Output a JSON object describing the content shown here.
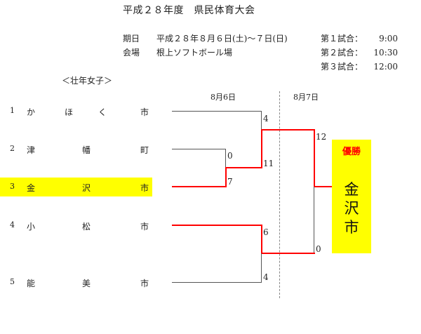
{
  "header": {
    "title": "平成２８年度　県民体育大会",
    "date_label": "期日",
    "date_value": "平成２８年８月６日(土)～７日(日)",
    "venue_label": "会場",
    "venue_value": "根上ソフトボール場"
  },
  "schedule": [
    {
      "label": "第１試合：",
      "time": "9:00"
    },
    {
      "label": "第２試合：",
      "time": "10:30"
    },
    {
      "label": "第３試合：",
      "time": "12:00"
    }
  ],
  "category": "＜壮年女子＞",
  "bracket": {
    "dates": [
      "8月6日",
      "8月7日"
    ],
    "teams": [
      {
        "num": "1",
        "c1": "か",
        "c2": "ほ　　　く",
        "c3": "市",
        "highlight": false
      },
      {
        "num": "2",
        "c1": "津",
        "c2": "幡",
        "c3": "町",
        "highlight": false
      },
      {
        "num": "3",
        "c1": "金",
        "c2": "沢",
        "c3": "市",
        "highlight": true
      },
      {
        "num": "4",
        "c1": "小",
        "c2": "松",
        "c3": "市",
        "highlight": false
      },
      {
        "num": "5",
        "c1": "能",
        "c2": "美",
        "c3": "市",
        "highlight": false
      }
    ],
    "scores": {
      "r1_team2": "0",
      "r1_team3": "7",
      "r2_team1": "4",
      "r2_winner23": "11",
      "r2_team4": "6",
      "r2_team5": "4",
      "final_top": "12",
      "final_bottom": "0"
    },
    "winner_color": "#ff0000",
    "highlight_color": "#ffff00"
  },
  "champion": {
    "label": "優勝",
    "name": "金沢市",
    "name_chars": [
      "金",
      "沢",
      "市"
    ]
  }
}
